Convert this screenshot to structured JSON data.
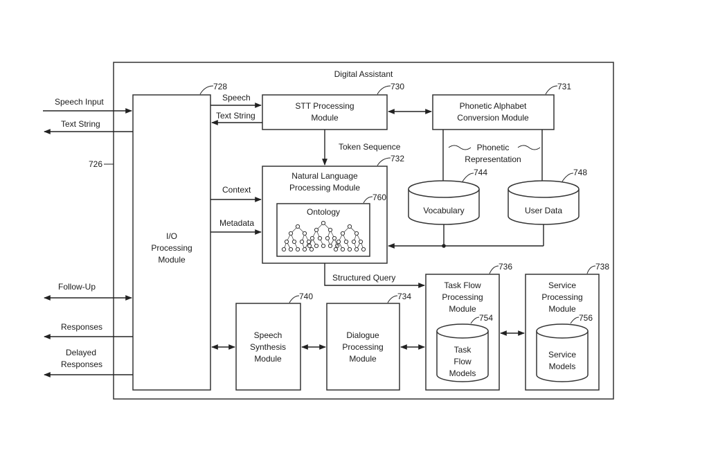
{
  "title": "Digital Assistant",
  "external_io": {
    "speech_input": "Speech Input",
    "text_string": "Text String",
    "follow_up": "Follow-Up",
    "responses": "Responses",
    "delayed_responses": [
      "Delayed",
      "Responses"
    ],
    "ref_726": "726"
  },
  "io_module": {
    "lines": [
      "I/O",
      "Processing",
      "Module"
    ],
    "ref": "728"
  },
  "stt_module": {
    "lines": [
      "STT Processing",
      "Module"
    ],
    "ref": "730"
  },
  "phonetic_module": {
    "lines": [
      "Phonetic Alphabet",
      "Conversion Module"
    ],
    "ref": "731"
  },
  "nlp_module": {
    "lines": [
      "Natural Language",
      "Processing Module"
    ],
    "ref": "732"
  },
  "ontology": {
    "label": "Ontology",
    "ref": "760"
  },
  "vocabulary": {
    "label": "Vocabulary",
    "ref": "744"
  },
  "user_data": {
    "label": "User Data",
    "ref": "748"
  },
  "task_flow_module": {
    "lines": [
      "Task Flow",
      "Processing",
      "Module"
    ],
    "ref": "736"
  },
  "task_flow_models": {
    "lines": [
      "Task",
      "Flow",
      "Models"
    ],
    "ref": "754"
  },
  "service_module": {
    "lines": [
      "Service",
      "Processing",
      "Module"
    ],
    "ref": "738"
  },
  "service_models": {
    "lines": [
      "Service",
      "Models"
    ],
    "ref": "756"
  },
  "speech_synthesis_module": {
    "lines": [
      "Speech",
      "Synthesis",
      "Module"
    ],
    "ref": "740"
  },
  "dialogue_module": {
    "lines": [
      "Dialogue",
      "Processing",
      "Module"
    ],
    "ref": "734"
  },
  "flow_labels": {
    "speech": "Speech",
    "text_string": "Text String",
    "token_sequence": "Token Sequence",
    "phonetic_representation": [
      "Phonetic",
      "Representation"
    ],
    "context": "Context",
    "metadata": "Metadata",
    "structured_query": "Structured Query"
  }
}
